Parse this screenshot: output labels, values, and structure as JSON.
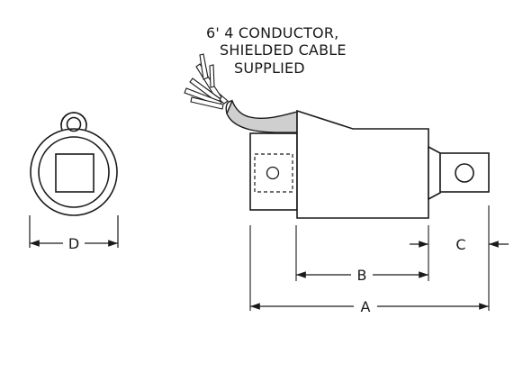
{
  "annotation": {
    "lines": [
      "6' 4 CONDUCTOR,",
      "SHIELDED CABLE",
      "SUPPLIED"
    ]
  },
  "dimensions": {
    "a": "A",
    "b": "B",
    "c": "C",
    "d": "D"
  },
  "colors": {
    "stroke": "#1a1a1a",
    "cable_fill": "#cfcfcf",
    "body_fill": "#ffffff"
  }
}
